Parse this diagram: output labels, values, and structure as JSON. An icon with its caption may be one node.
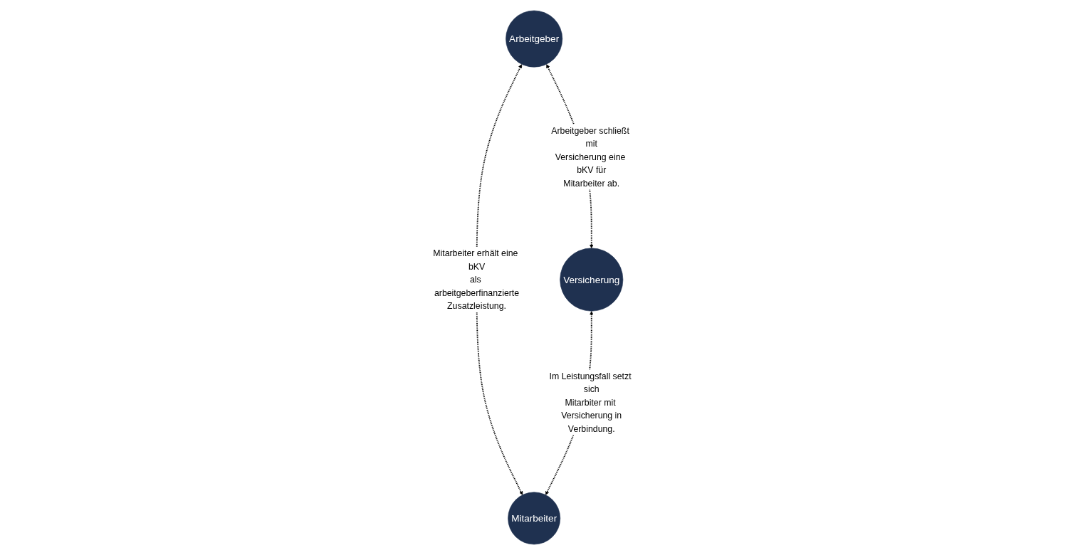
{
  "diagram": {
    "nodes": [
      {
        "text": [
          "Arbeitgeber"
        ]
      },
      {
        "text": [
          "Versicherung"
        ]
      },
      {
        "text": [
          "Mitarbeiter"
        ]
      }
    ],
    "edges": [
      {
        "from": 0,
        "to": 1,
        "arrow": "both",
        "style": "dashed",
        "label": "Arbeitgeber schließt mit Versicherung eine bKV für Mitarbeiter ab."
      },
      {
        "from": 0,
        "to": 2,
        "arrow": "both",
        "style": "dashed",
        "label": "Mitarbeiter erhält eine bKV als arbeitgeberfinanzierte Zusatzleistung."
      },
      {
        "from": 1,
        "to": 2,
        "arrow": "both",
        "style": "dashed",
        "label": "Im Leistungsfall setzt sich Mitarbiter mit Versicherung in Verbindung."
      }
    ]
  }
}
